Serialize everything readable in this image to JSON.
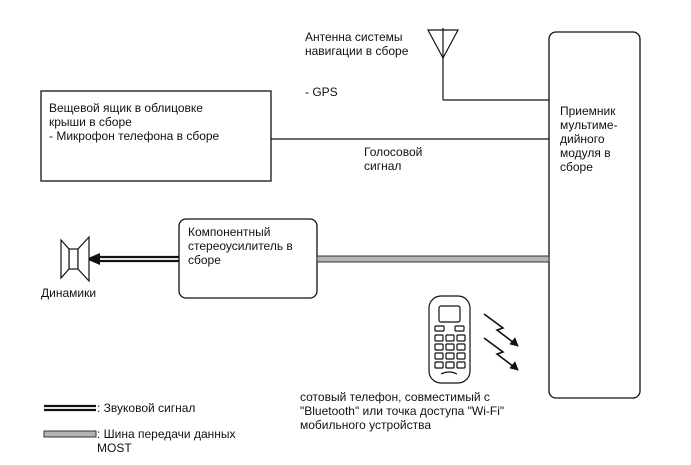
{
  "antenna": {
    "label": "Антенна системы\nнавигации в сборе",
    "gps": "- GPS"
  },
  "roof_box": {
    "text": "Вещевой ящик в облицовке\nкрыши в сборе\n- Микрофон телефона в сборе"
  },
  "voice_signal": {
    "label": "Голосовой\nсигнал"
  },
  "receiver": {
    "label": "Приемник\nмультиме-\nдийного\nмодуля в\nсборе"
  },
  "amplifier": {
    "label": "Компонентный\nстереоусилитель в\nсборе"
  },
  "speakers": {
    "label": "Динамики"
  },
  "phone": {
    "caption": "сотовый телефон, совместимый с\n\"Bluetooth\" или точка доступа \"Wi-Fi\"\nмобильного устройства"
  },
  "legend": {
    "audio": ": Звуковой сигнал",
    "most": ": Шина передачи данных\nMOST"
  },
  "colors": {
    "line": "#111111",
    "most_bus": "#b4b4b4",
    "background": "#ffffff"
  },
  "icons": [
    "antenna-icon",
    "speaker-icon",
    "cell-phone-icon",
    "wireless-signal-icon"
  ]
}
